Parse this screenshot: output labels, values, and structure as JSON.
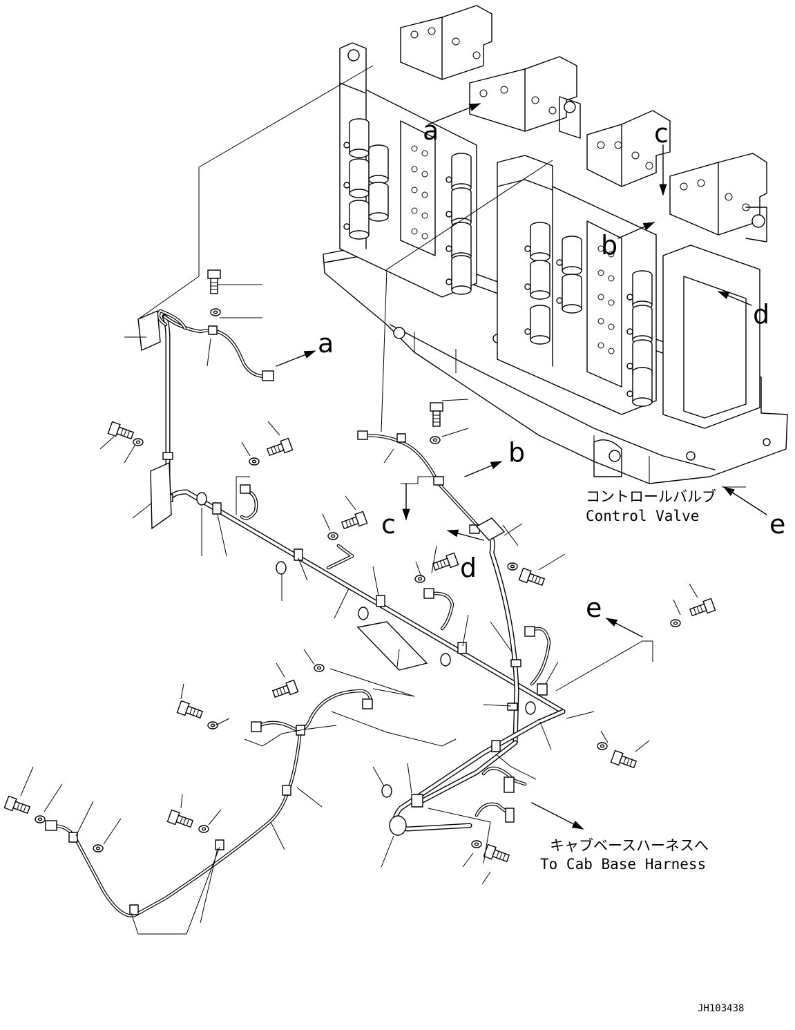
{
  "drawing": {
    "view_letters": {
      "a_top": "a",
      "a_wire": "a",
      "b_top": "b",
      "b_wire": "b",
      "c_top": "c",
      "c_wire": "c",
      "d_top": "d",
      "d_wire": "d",
      "e_top": "e",
      "e_wire": "e"
    },
    "control_valve_label": {
      "jp": "コントロールバルブ",
      "en": "Control Valve"
    },
    "cab_harness_label": {
      "jp": "キャブベースハーネスへ",
      "en": "To Cab Base Harness"
    },
    "reference_number": "JH103438"
  }
}
